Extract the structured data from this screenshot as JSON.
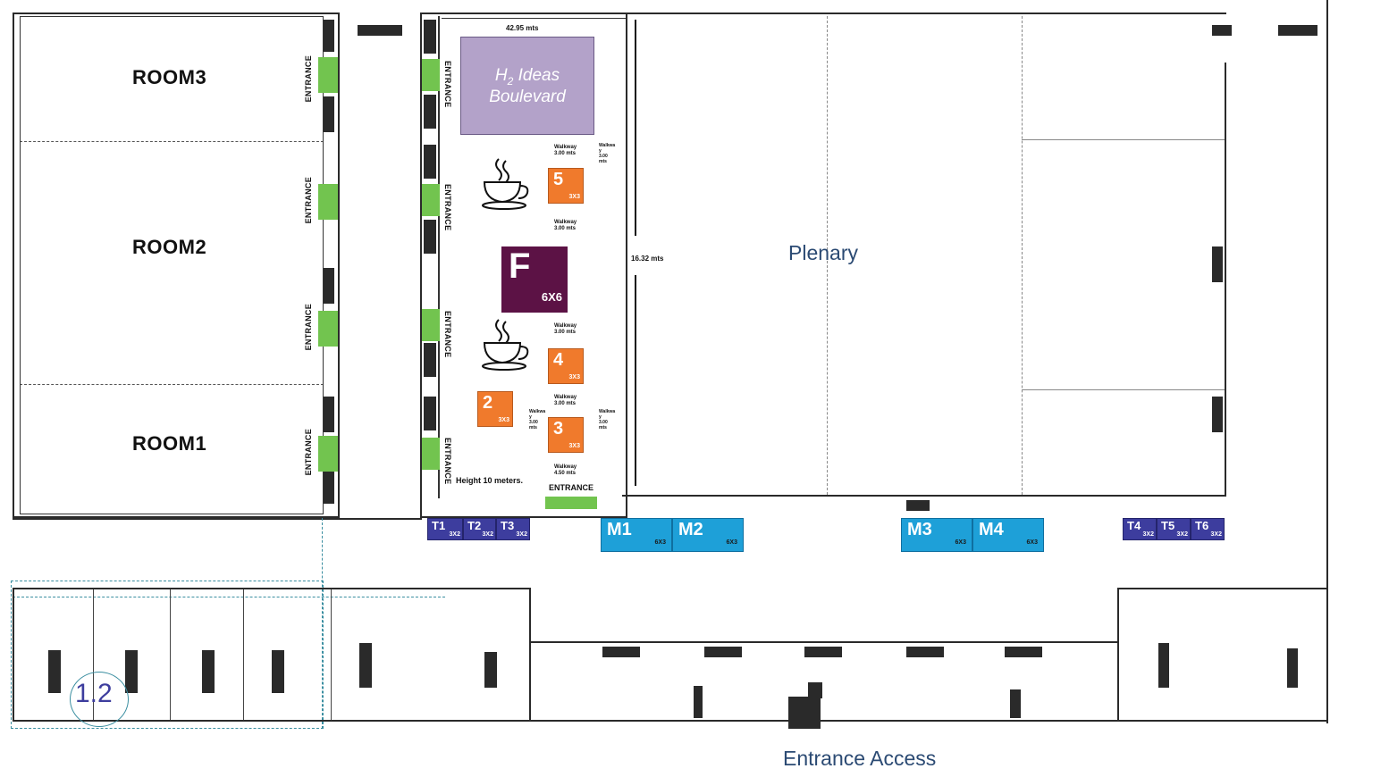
{
  "rooms": {
    "room3": "ROOM3",
    "room2": "ROOM2",
    "room1": "ROOM1"
  },
  "entrance_label": "ENTRANCE",
  "dimensions": {
    "width": "42.95 mts",
    "depth": "16.32 mts"
  },
  "ideas_boulevard": {
    "h": "H",
    "sub": "2",
    "ideas": " Ideas",
    "boulevard": "Boulevard"
  },
  "walkways": {
    "w1": "Walkway\n3.00 mts",
    "w2": "Walkway\n3.00 mts",
    "w3": "Walkway\n3.00 mts",
    "w4": "Walkway\n3.00 mts",
    "w5": "Walkway\n4.50 mts",
    "v1": "Walkwa\ny\n3.00\nmts",
    "v2": "Walkwa\ny\n3.00\nmts",
    "v3": "Walkwa\ny\n3.00\nmts"
  },
  "height_note": "Height 10 meters.",
  "booth_f": {
    "num": "F",
    "size": "6X6"
  },
  "orange_booths": [
    {
      "num": "5",
      "size": "3X3"
    },
    {
      "num": "4",
      "size": "3X3"
    },
    {
      "num": "2",
      "size": "3X3"
    },
    {
      "num": "3",
      "size": "3X3"
    }
  ],
  "m_booths": [
    {
      "num": "M1",
      "size": "6X3"
    },
    {
      "num": "M2",
      "size": "6X3"
    },
    {
      "num": "M3",
      "size": "6X3"
    },
    {
      "num": "M4",
      "size": "6X3"
    }
  ],
  "t_booths": [
    {
      "num": "T1",
      "size": "3X2"
    },
    {
      "num": "T2",
      "size": "3X2"
    },
    {
      "num": "T3",
      "size": "3X2"
    },
    {
      "num": "T4",
      "size": "3X2"
    },
    {
      "num": "T5",
      "size": "3X2"
    },
    {
      "num": "T6",
      "size": "3X2"
    }
  ],
  "plenary": "Plenary",
  "entrance_access": "Entrance Access",
  "room_number": "1.2",
  "colors": {
    "entrance": "#72c44f",
    "orange_booth": "#f07a2c",
    "m_booth": "#1ea0d8",
    "t_booth": "#3d3d9e",
    "f_booth": "#5c1245",
    "boulevard": "#b3a2c9",
    "label_blue": "#2b4a73"
  }
}
